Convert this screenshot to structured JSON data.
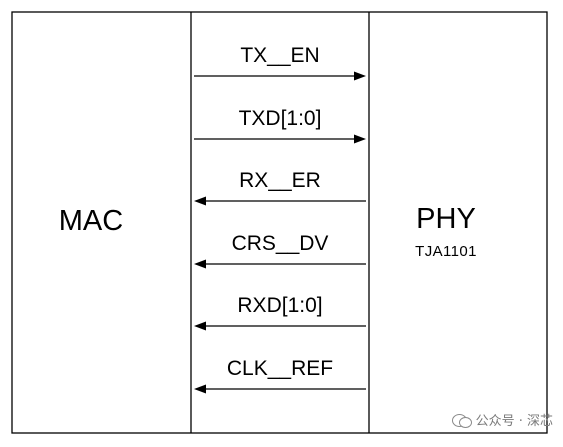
{
  "blocks": {
    "mac": {
      "label": "MAC"
    },
    "phy": {
      "label": "PHY",
      "chip": "TJA1101"
    }
  },
  "signals": [
    {
      "name": "TX_EN",
      "direction": "mac-to-phy"
    },
    {
      "name": "TXD[1:0]",
      "direction": "mac-to-phy"
    },
    {
      "name": "RX_ER",
      "direction": "phy-to-mac"
    },
    {
      "name": "CRS_DV",
      "direction": "phy-to-mac"
    },
    {
      "name": "RXD[1:0]",
      "direction": "phy-to-mac"
    },
    {
      "name": "CLK_REF",
      "direction": "phy-to-mac"
    }
  ],
  "watermark": {
    "text": "公众号 · 深芯"
  },
  "colors": {
    "line": "#000000",
    "background": "#ffffff",
    "watermark": "#7a7a7a"
  }
}
